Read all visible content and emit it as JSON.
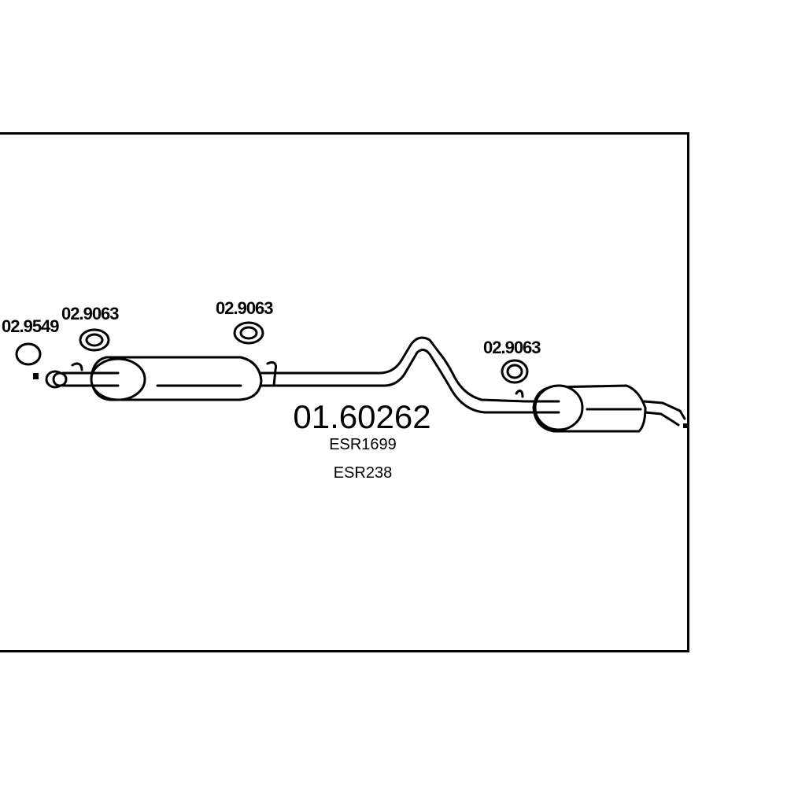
{
  "diagram": {
    "part_number": "01.60262",
    "cross_references": [
      "ESR1699",
      "ESR238"
    ],
    "component_refs": [
      "02.9549",
      "02.9063",
      "02.9063",
      "02.9063"
    ],
    "line_color": "#000000",
    "background_color": "#ffffff"
  }
}
